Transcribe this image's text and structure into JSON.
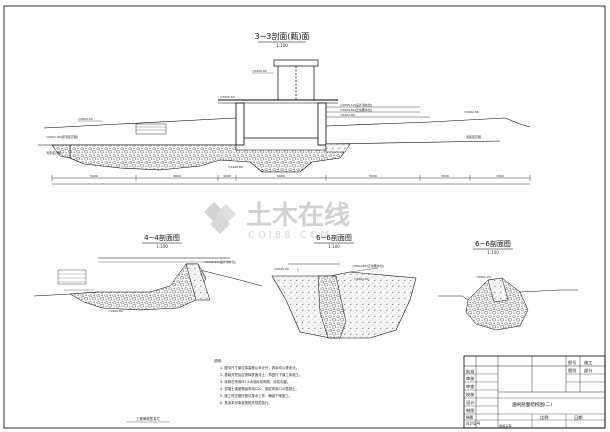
{
  "sections": {
    "s33": {
      "title": "3~3剖面(甄)面",
      "scale": "1:100"
    },
    "s44": {
      "title": "4~4剖面图",
      "scale": "1:100"
    },
    "s55": {
      "title": "6~6剖面图",
      "scale": "1:100"
    },
    "s66": {
      "title": "6~6剖面图",
      "scale": "1:100"
    }
  },
  "watermark": {
    "text": "土木在线",
    "sub": "COI88.COM"
  },
  "notes": {
    "header": "说明：",
    "lines": [
      "1. 图中尺寸单位除高程以米计外，其余均以毫米计。",
      "2. 基础开挖后应清除表面浮土，再进行下道工序施工。",
      "3. 浆砌石采用M7.5水泥砂浆砌筑，砂浆勾缝。",
      "4. 混凝土强度等级采用C20，垫层采用C10混凝土。",
      "5. 施工时应做好基坑排水工作，确保干地施工。",
      "6. 其余未尽事宜按相关规范执行。"
    ]
  },
  "footer_caption": "工程审核签名栏",
  "title_block": {
    "drawing_name": "涵闸剖面结构图(二)",
    "rows": [
      "批准",
      "审核",
      "审查",
      "校核",
      "设计",
      "制图",
      "描图",
      "设计证号",
      "资质证号"
    ],
    "right_top": [
      "图号",
      "施工",
      "图别",
      "部分"
    ],
    "scale_label": "比例",
    "date_label": "日期"
  },
  "elevations": {
    "top_frame": "▽2009.00",
    "deck": "▽2005.60",
    "w1": "▽2005.10(设计洪水位)",
    "w2": "▽2004.80(正常蓄水位)",
    "w3": "▽2003.60",
    "left_crest": "▽2003.20",
    "left_bed": "▽2001.00(原河底高程)",
    "bottom": "▽1999.80",
    "right_crest": "▽2002.80",
    "right_bed": "▽2001.20"
  },
  "s33_labels": {
    "bed_left": "河床底高程",
    "bed_right": "河床底高程"
  },
  "dims": {
    "a": "5000",
    "b": "4000",
    "c": "1000",
    "d": "6000",
    "e": "5000",
    "f": "3000",
    "g": "1500"
  }
}
